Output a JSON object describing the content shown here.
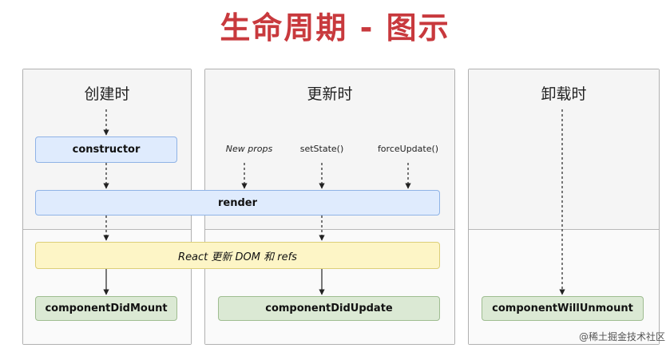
{
  "title": "生命周期 - 图示",
  "columns": {
    "mount": "创建时",
    "update": "更新时",
    "unmount": "卸载时"
  },
  "boxes": {
    "constructor": "constructor",
    "render": "render",
    "react_update": "React 更新 DOM 和 refs",
    "did_mount": "componentDidMount",
    "did_update": "componentDidUpdate",
    "will_unmount": "componentWillUnmount"
  },
  "triggers": {
    "new_props": "New props",
    "set_state": "setState()",
    "force_update": "forceUpdate()"
  },
  "watermark": "@稀土掘金技术社区",
  "colors": {
    "title": "#c8393d",
    "blue_box": "#dfebfd",
    "yellow_box": "#fdf5c6",
    "green_box": "#dbe9d4"
  }
}
